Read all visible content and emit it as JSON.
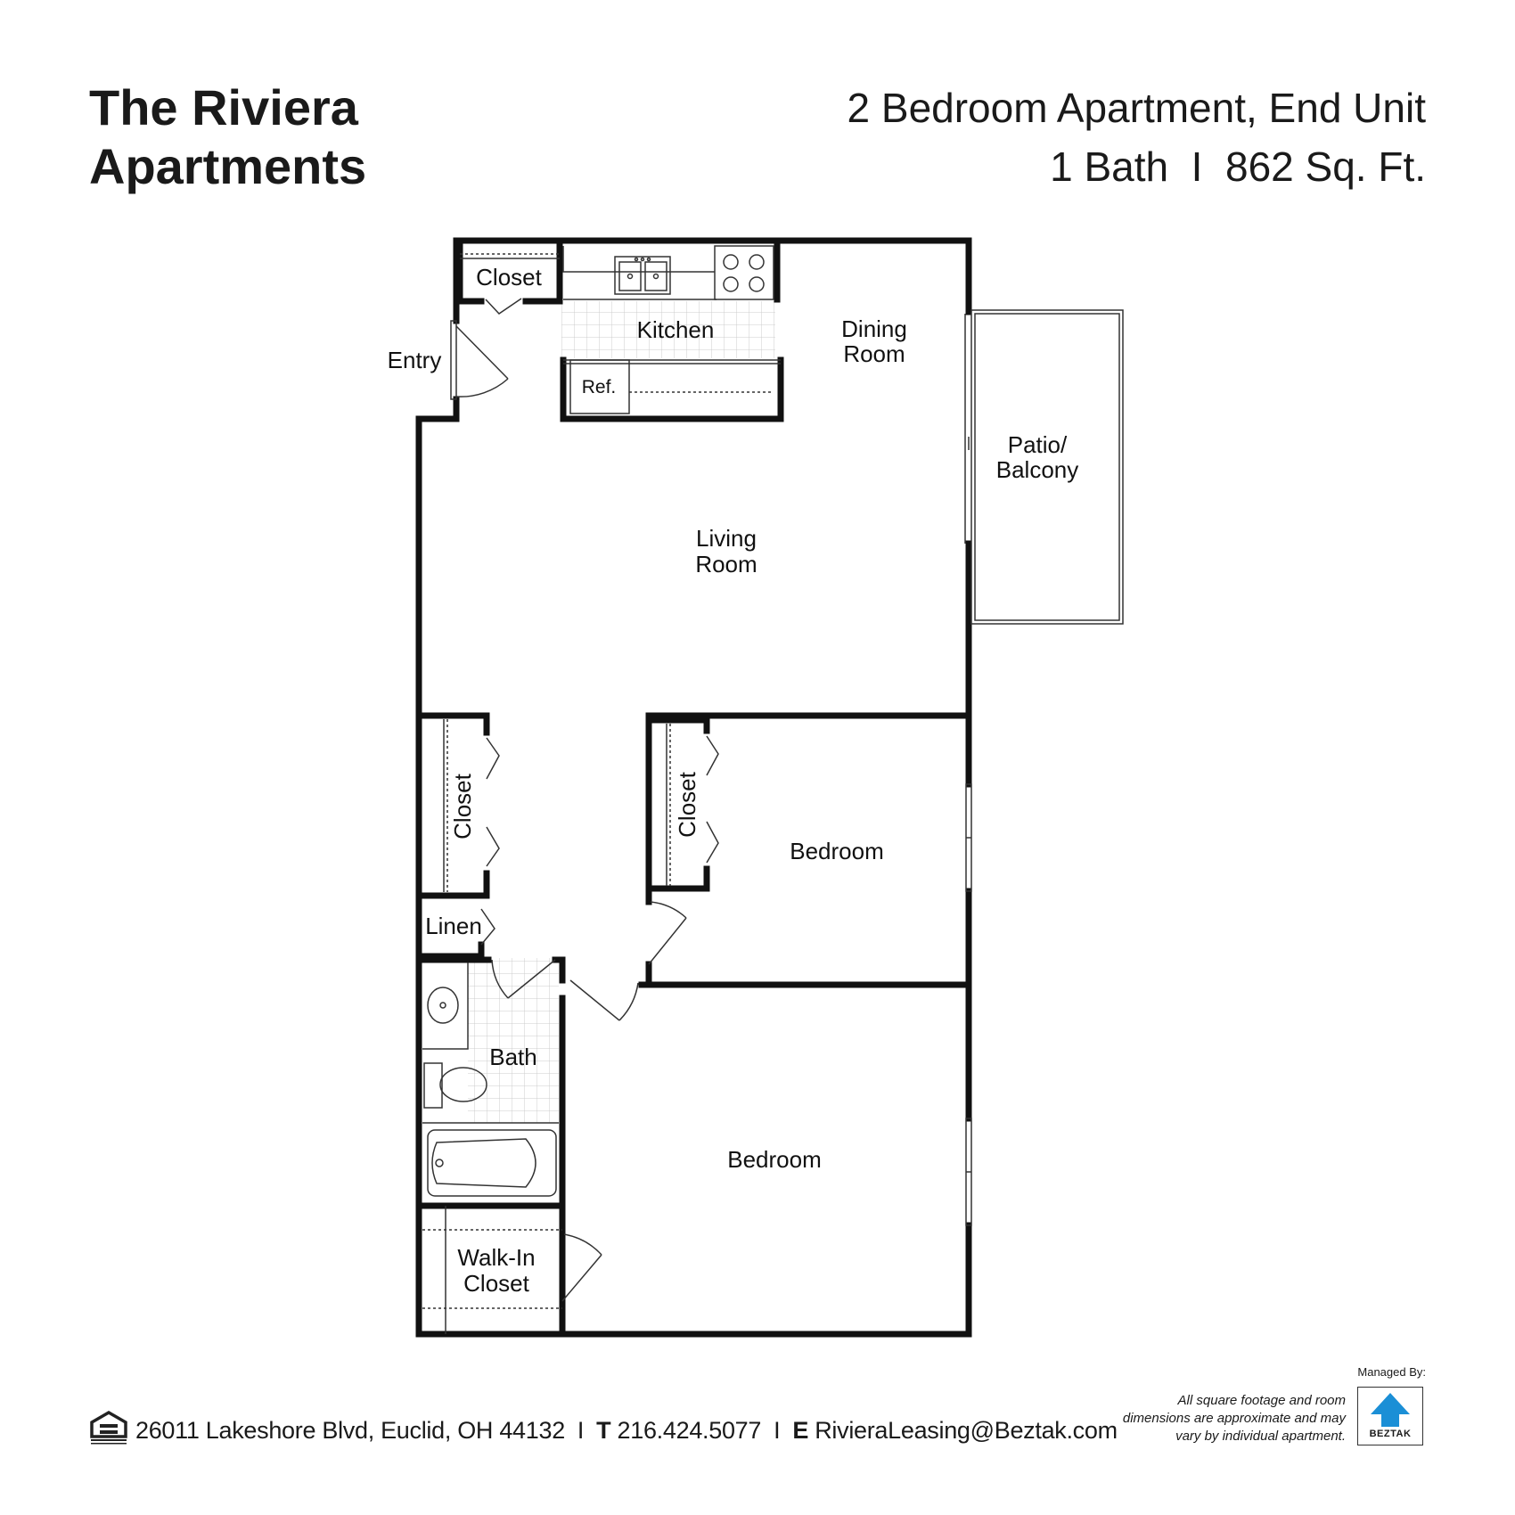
{
  "header": {
    "property_name_line1": "The Riviera",
    "property_name_line2": "Apartments",
    "unit_type": "2 Bedroom Apartment, End Unit",
    "unit_details": "1 Bath  I  862 Sq. Ft."
  },
  "rooms": {
    "closet_entry": "Closet",
    "entry": "Entry",
    "kitchen": "Kitchen",
    "refrigerator": "Ref.",
    "dining_line1": "Dining",
    "dining_line2": "Room",
    "patio_line1": "Patio/",
    "patio_line2": "Balcony",
    "living_line1": "Living",
    "living_line2": "Room",
    "closet_hall": "Closet",
    "closet_bedroom": "Closet",
    "bedroom_1": "Bedroom",
    "linen": "Linen",
    "bath": "Bath",
    "bedroom_2": "Bedroom",
    "walkin_line1": "Walk-In",
    "walkin_line2": "Closet"
  },
  "footer": {
    "address": "26011 Lakeshore Blvd, Euclid, OH 44132",
    "separator": "I",
    "phone_prefix": "T",
    "phone": "216.424.5077",
    "email_prefix": "E",
    "email": "RivieraLeasing@Beztak.com",
    "disclaimer_line1": "All square footage and room",
    "disclaimer_line2": "dimensions are approximate and may",
    "disclaimer_line3": "vary by individual apartment.",
    "managed_by": "Managed By:",
    "logo_name": "BEZTAK",
    "eho_icon": "equal-housing-opportunity-icon"
  },
  "colors": {
    "wall": "#111111",
    "text": "#1a1a1a",
    "logo_blue": "#1b8fd6",
    "tile_grid": "#cccccc"
  }
}
